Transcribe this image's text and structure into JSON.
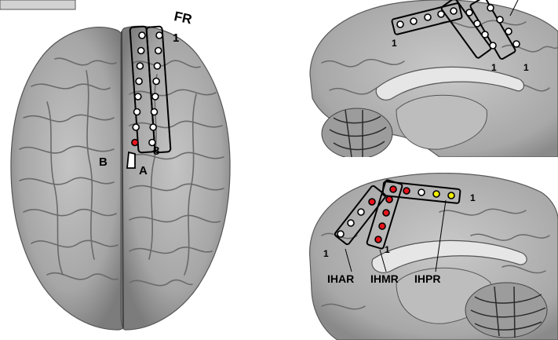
{
  "top_view": {
    "strip_label": "FR",
    "strip_a_label": "A",
    "strip_b_label": "B",
    "contact_first": "1",
    "contact_last": "8"
  },
  "sagittal_top": {
    "contact_labels": [
      "1",
      "1",
      "1"
    ]
  },
  "sagittal_bottom": {
    "contact_label_ihpr": "1",
    "contact_label_ihar": "1",
    "contact_label_ihmr": "1",
    "strips": [
      "IHAR",
      "IHMR",
      "IHPR"
    ]
  },
  "colors": {
    "brain_fill": "#a9a9a9",
    "brain_dark": "#6e6e6e",
    "electrode_active_red": "#e8141c",
    "electrode_active_yellow": "#f2ee00",
    "electrode_outline": "#000000",
    "legend_box_fill": "#d2d2d2"
  }
}
